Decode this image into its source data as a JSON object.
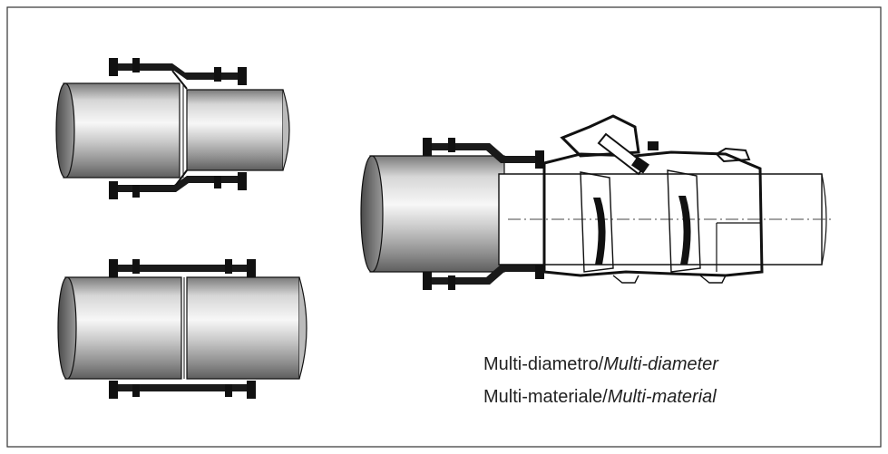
{
  "colors": {
    "frame": "#333333",
    "ink": "#111111",
    "pipe_light": "#f2f2f2",
    "pipe_mid": "#c8c8c8",
    "pipe_dark": "#6e6e6e",
    "text": "#222222"
  },
  "captions": [
    {
      "regular": "Multi-diametro/",
      "italic": "Multi-diameter"
    },
    {
      "regular": "Multi-materiale/",
      "italic": "Multi-material"
    }
  ]
}
